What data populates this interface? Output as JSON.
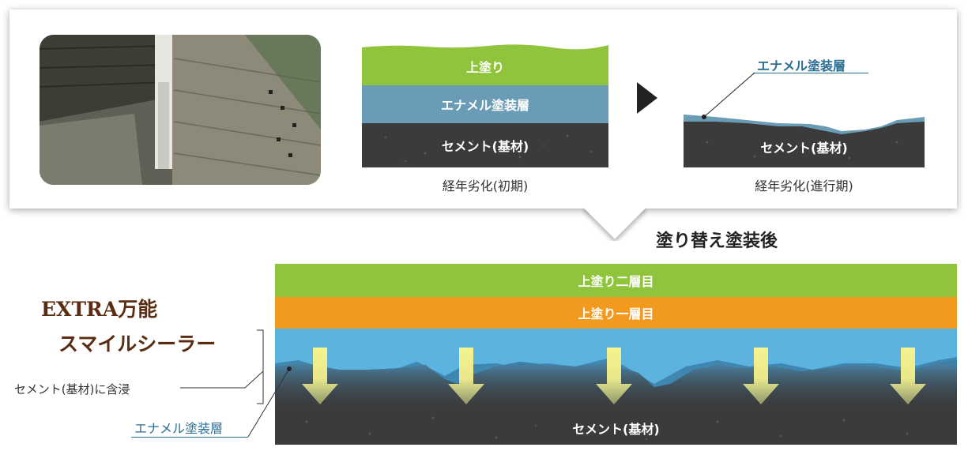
{
  "before": {
    "initial": {
      "layers": [
        "上塗り",
        "エナメル塗装層",
        "セメント(基材)"
      ],
      "caption": "経年劣化(初期)"
    },
    "progressed": {
      "enamel_label": "エナメル塗装層",
      "cement_label": "セメント(基材)",
      "caption": "経年劣化(進行期)"
    }
  },
  "after": {
    "heading": "塗り替え塗装後",
    "layers": [
      "上塗り二層目",
      "上塗り一層目",
      "セメント(基材)"
    ],
    "product_line1": "EXTRA万能",
    "product_line2": "スマイルシーラー",
    "impregnation_label": "セメント(基材)に含浸",
    "enamel_label": "エナメル塗装層"
  },
  "colors": {
    "topcoat_green": "#8fc43c",
    "enamel_blue": "#6a9db5",
    "cement_dark": "#3b3b3b",
    "second_coat": "#8fc43c",
    "first_coat": "#f29a1f",
    "sealer_blue": "#5cb3e0",
    "arrow_yellow": "#f4f08a"
  }
}
